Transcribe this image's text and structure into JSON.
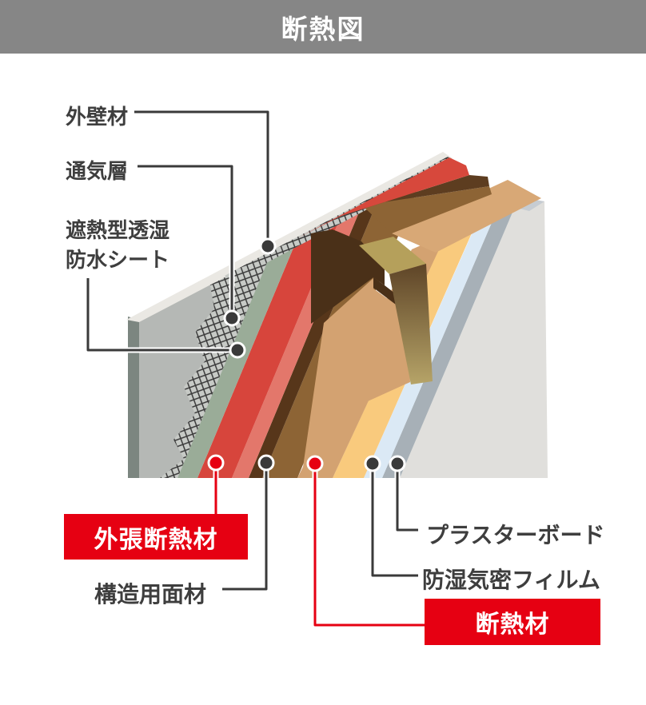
{
  "header": {
    "title": "断熱図"
  },
  "labels": {
    "exterior_panel": "外壁材",
    "ventilation_layer": "通気層",
    "sheet_line1": "遮熱型透湿",
    "sheet_line2": "防水シート",
    "external_insulation": "外張断熱材",
    "structural_panel": "構造用面材",
    "plasterboard": "プラスターボード",
    "vapor_barrier_film": "防湿気密フィルム",
    "insulation": "断熱材"
  },
  "colors": {
    "header_bg": "#868686",
    "label_text": "#3e3e3e",
    "line_dark": "#3a3a3a",
    "accent_red": "#e60012",
    "layer_plasterboard": "#e0dfdc",
    "layer_plasterboard_edge": "#a7b0b7",
    "layer_plasterboard_top": "#c6ccd2",
    "layer_film_blue": "#dbe9f5",
    "layer_insulation_yellow": "#f9ca7d",
    "layer_framing_tan": "#d3a271",
    "layer_framing_tan_top": "#d8a876",
    "layer_sheathing_brown": "#8d6435",
    "layer_sheathing_dark": "#57361a",
    "layer_insulation_red": "#d7453c",
    "layer_insulation_red_light": "#e3776b",
    "layer_sheet_green": "#9aac98",
    "layer_panel_gray": "#b5b8b5",
    "layer_panel_side": "#7c8680",
    "layer_panel_top_white": "#eae8e3",
    "mesh_bg": "#c7cac6",
    "mesh_line": "#3b3b3b",
    "cavity_shadow": "#4a3018",
    "stud_top": "#b5a05b"
  }
}
